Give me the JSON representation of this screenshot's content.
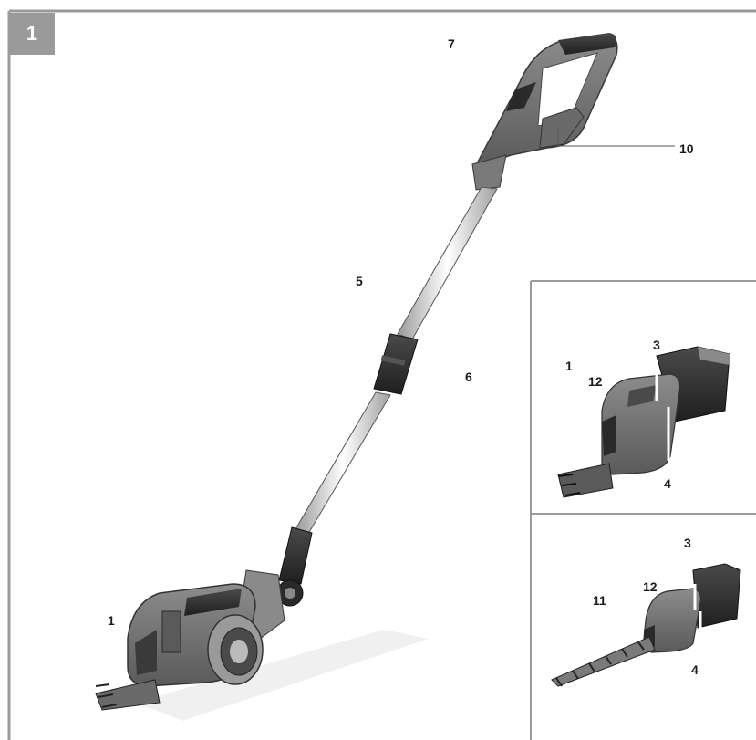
{
  "figure": {
    "number": "1"
  },
  "main_view": {
    "labels": {
      "l1": "1",
      "l5": "5",
      "l6": "6",
      "l7": "7",
      "l10": "10"
    }
  },
  "inset_grass_shear": {
    "labels": {
      "l1": "1",
      "l3": "3",
      "l4": "4",
      "l12": "12"
    }
  },
  "inset_hedge_blade": {
    "labels": {
      "l3": "3",
      "l4": "4",
      "l11": "11",
      "l12": "12"
    }
  }
}
